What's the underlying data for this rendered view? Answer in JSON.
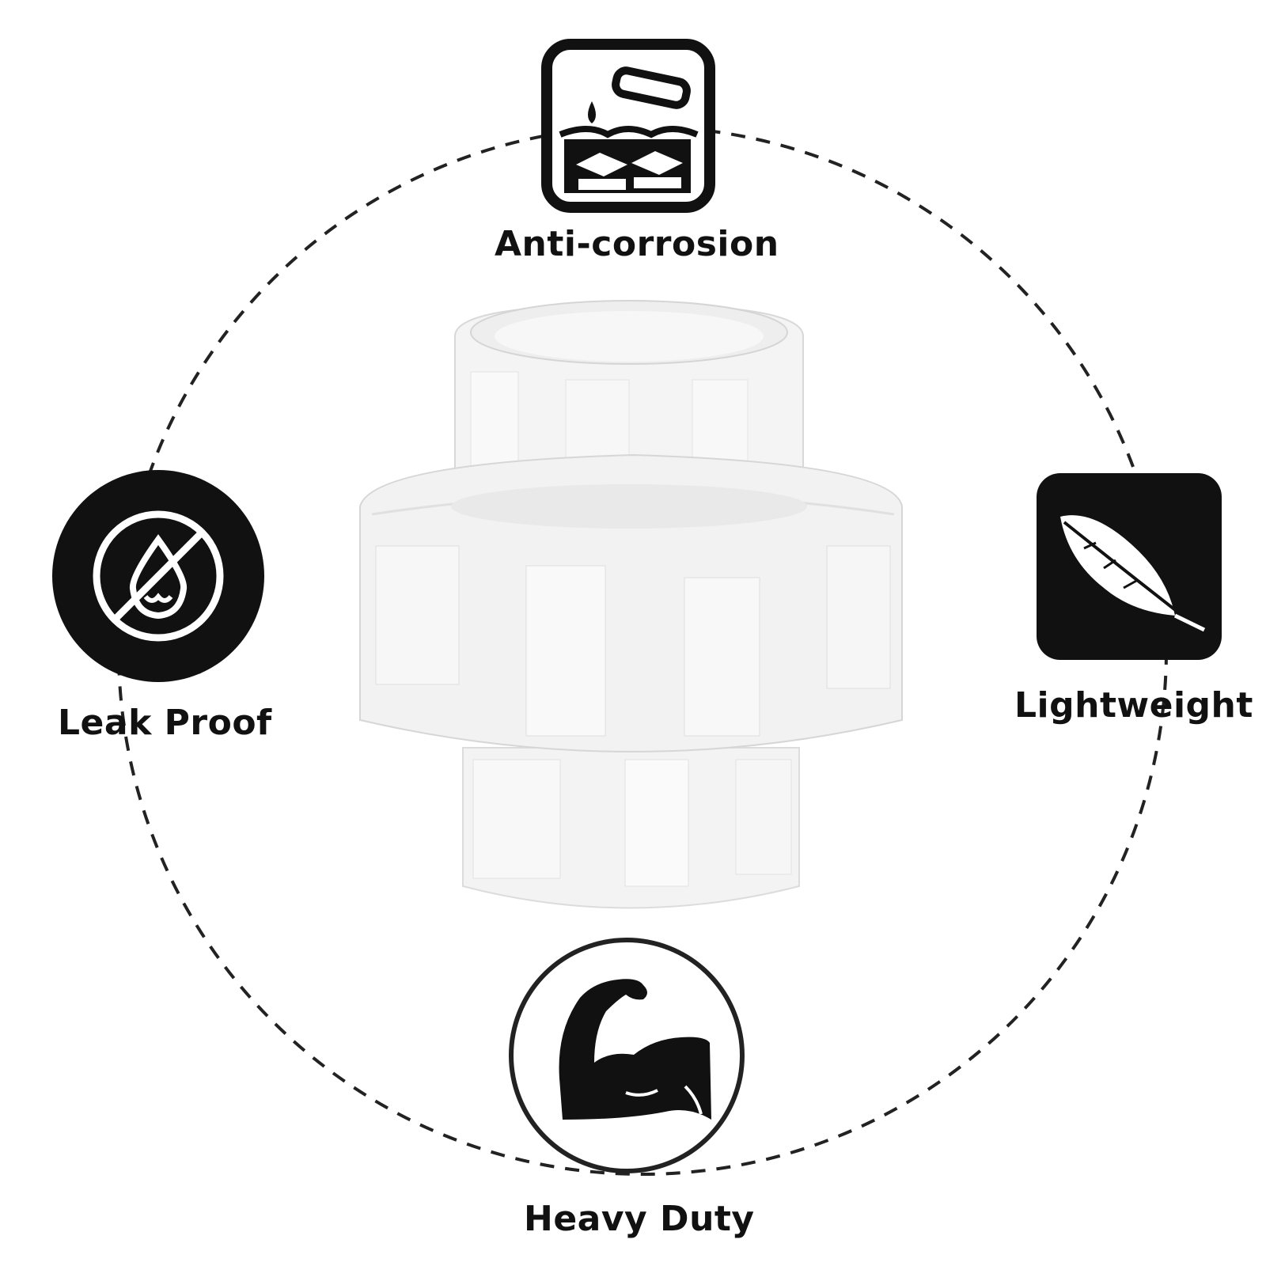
{
  "features": {
    "anti_corrosion": {
      "label": "Anti-corrosion",
      "icon": "chemical-corrosion-icon"
    },
    "leak_proof": {
      "label": "Leak Proof",
      "icon": "no-leak-drop-icon"
    },
    "lightweight": {
      "label": "Lightweight",
      "icon": "feather-icon"
    },
    "heavy_duty": {
      "label": "Heavy Duty",
      "icon": "flexed-arm-icon"
    }
  },
  "product": {
    "name": "pvc-union-fitting",
    "color": "#f4f4f4"
  },
  "colors": {
    "icon_dark": "#111111",
    "ring_dash": "#222222",
    "background": "#ffffff"
  }
}
